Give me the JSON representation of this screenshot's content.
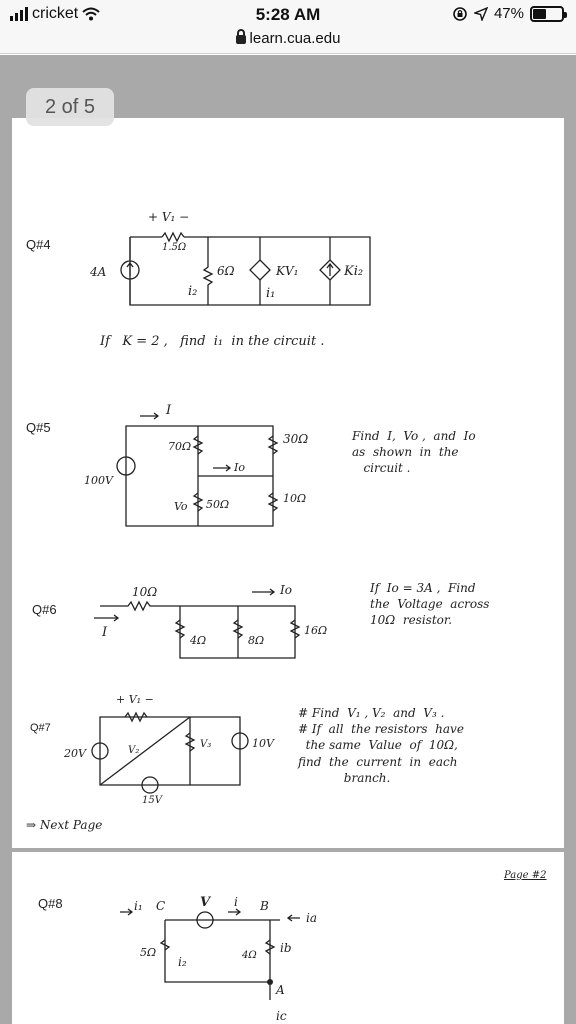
{
  "status_bar": {
    "carrier": "cricket",
    "time": "5:28 AM",
    "battery_percent": "47%",
    "battery_level": 0.47,
    "icons": [
      "signal-icon",
      "wifi-icon",
      "orientation-lock-icon",
      "location-icon",
      "battery-icon"
    ]
  },
  "url_bar": {
    "domain": "learn.cua.edu"
  },
  "page_indicator": "2 of 5",
  "q4": {
    "label": "Q#4",
    "v1_label": "+ V₁ −",
    "r1": "1.5Ω",
    "source": "4A",
    "r2": "6Ω",
    "i2": "i₂",
    "dep_v": "KV₁",
    "i1": "i₁",
    "dep_i": "Ki₂",
    "question": "If   K = 2 ,   find  i₁  in the circuit ."
  },
  "q5": {
    "label": "Q#5",
    "current": "I",
    "r_top_left": "70Ω",
    "r_top_right": "30Ω",
    "io": "Io",
    "source": "100V",
    "vo": "Vo",
    "r_bot_left": "50Ω",
    "r_bot_right": "10Ω",
    "question": "Find  I,  Vo ,  and  Io\nas  shown  in  the\n   circuit ."
  },
  "q6": {
    "label": "Q#6",
    "r_series": "10Ω",
    "io": "Io",
    "input": "I",
    "r_a": "4Ω",
    "r_b": "8Ω",
    "r_c": "16Ω",
    "question": "If  Io = 3A ,  Find\nthe  Voltage  across\n10Ω  resistor."
  },
  "q7": {
    "label": "Q#7",
    "v1": "+ V₁ −",
    "v2": "V₂",
    "v3": "V₃",
    "src_left": "20V",
    "src_right": "10V",
    "src_bottom": "15V",
    "question": "# Find  V₁ , V₂  and  V₃ .\n# If  all  the resistors  have\n  the same  Value  of  10Ω,\nfind  the  current  in  each\n            branch."
  },
  "next_page": "Next Page",
  "page2": {
    "page_tag": "Page #2",
    "label": "Q#8",
    "i1": "i₁",
    "node_c": "C",
    "node_v": "V",
    "i": "i",
    "node_b": "B",
    "ia": "ia",
    "r5": "5Ω",
    "i2": "i₂",
    "r4": "4Ω",
    "ib": "ib",
    "node_a": "A",
    "ic": "ic"
  }
}
